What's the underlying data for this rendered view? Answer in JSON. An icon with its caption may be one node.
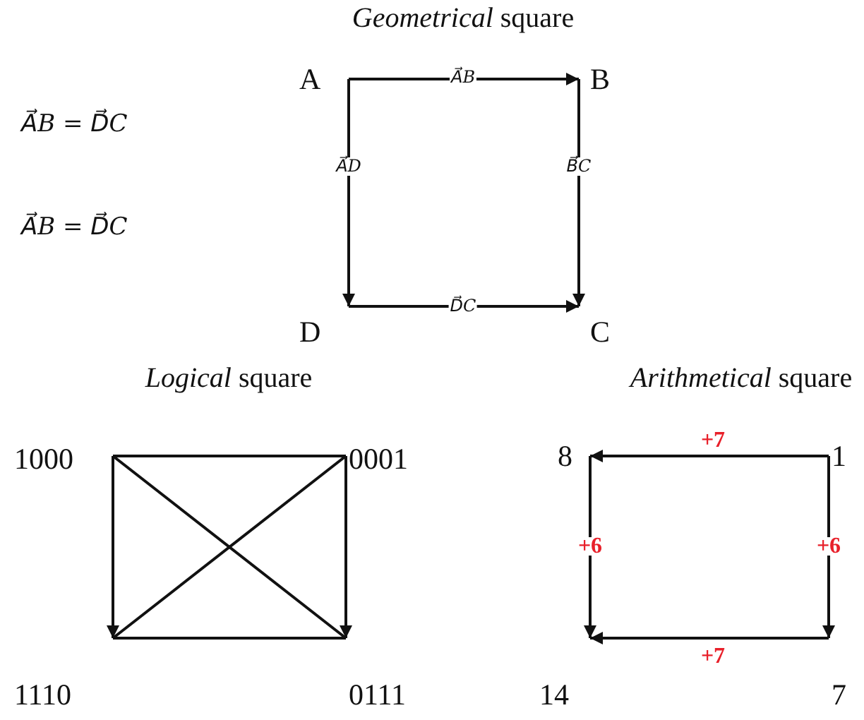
{
  "diagram": {
    "nodes": [
      {
        "text": [
          "A"
        ]
      },
      {
        "text": [
          "B"
        ]
      },
      {
        "text": [
          "D"
        ]
      },
      {
        "text": [
          "C"
        ]
      },
      {
        "text": [
          "1000"
        ]
      },
      {
        "text": [
          "0001"
        ]
      },
      {
        "text": [
          "1110"
        ]
      },
      {
        "text": [
          "0111"
        ]
      },
      {
        "text": [
          "8"
        ]
      },
      {
        "text": [
          "1"
        ]
      },
      {
        "text": [
          "14"
        ]
      },
      {
        "text": [
          "7"
        ]
      }
    ],
    "edges": [
      {
        "from": 0,
        "to": 1,
        "arrow": "to",
        "label": "A⃗B"
      },
      {
        "from": 0,
        "to": 2,
        "arrow": "to",
        "label": "A⃗D"
      },
      {
        "from": 1,
        "to": 3,
        "arrow": "to",
        "label": "B⃗C"
      },
      {
        "from": 2,
        "to": 3,
        "arrow": "to",
        "label": "D⃗C"
      },
      {
        "from": 4,
        "to": 5,
        "arrow": "none"
      },
      {
        "from": 4,
        "to": 6,
        "arrow": "to"
      },
      {
        "from": 5,
        "to": 7,
        "arrow": "to"
      },
      {
        "from": 6,
        "to": 7,
        "arrow": "none"
      },
      {
        "from": 4,
        "to": 7,
        "arrow": "none"
      },
      {
        "from": 5,
        "to": 6,
        "arrow": "none"
      },
      {
        "from": 9,
        "to": 8,
        "arrow": "to",
        "label": "+7"
      },
      {
        "from": 9,
        "to": 11,
        "arrow": "to",
        "label": "+6"
      },
      {
        "from": 8,
        "to": 10,
        "arrow": "to",
        "label": "+6"
      },
      {
        "from": 11,
        "to": 10,
        "arrow": "to",
        "label": "+7"
      }
    ],
    "labels": [
      "*Geometrical* square",
      "A⃗B = D⃗C",
      "A⃗B = D⃗C",
      "*Logical* square",
      "*Arithmetical* square"
    ]
  }
}
